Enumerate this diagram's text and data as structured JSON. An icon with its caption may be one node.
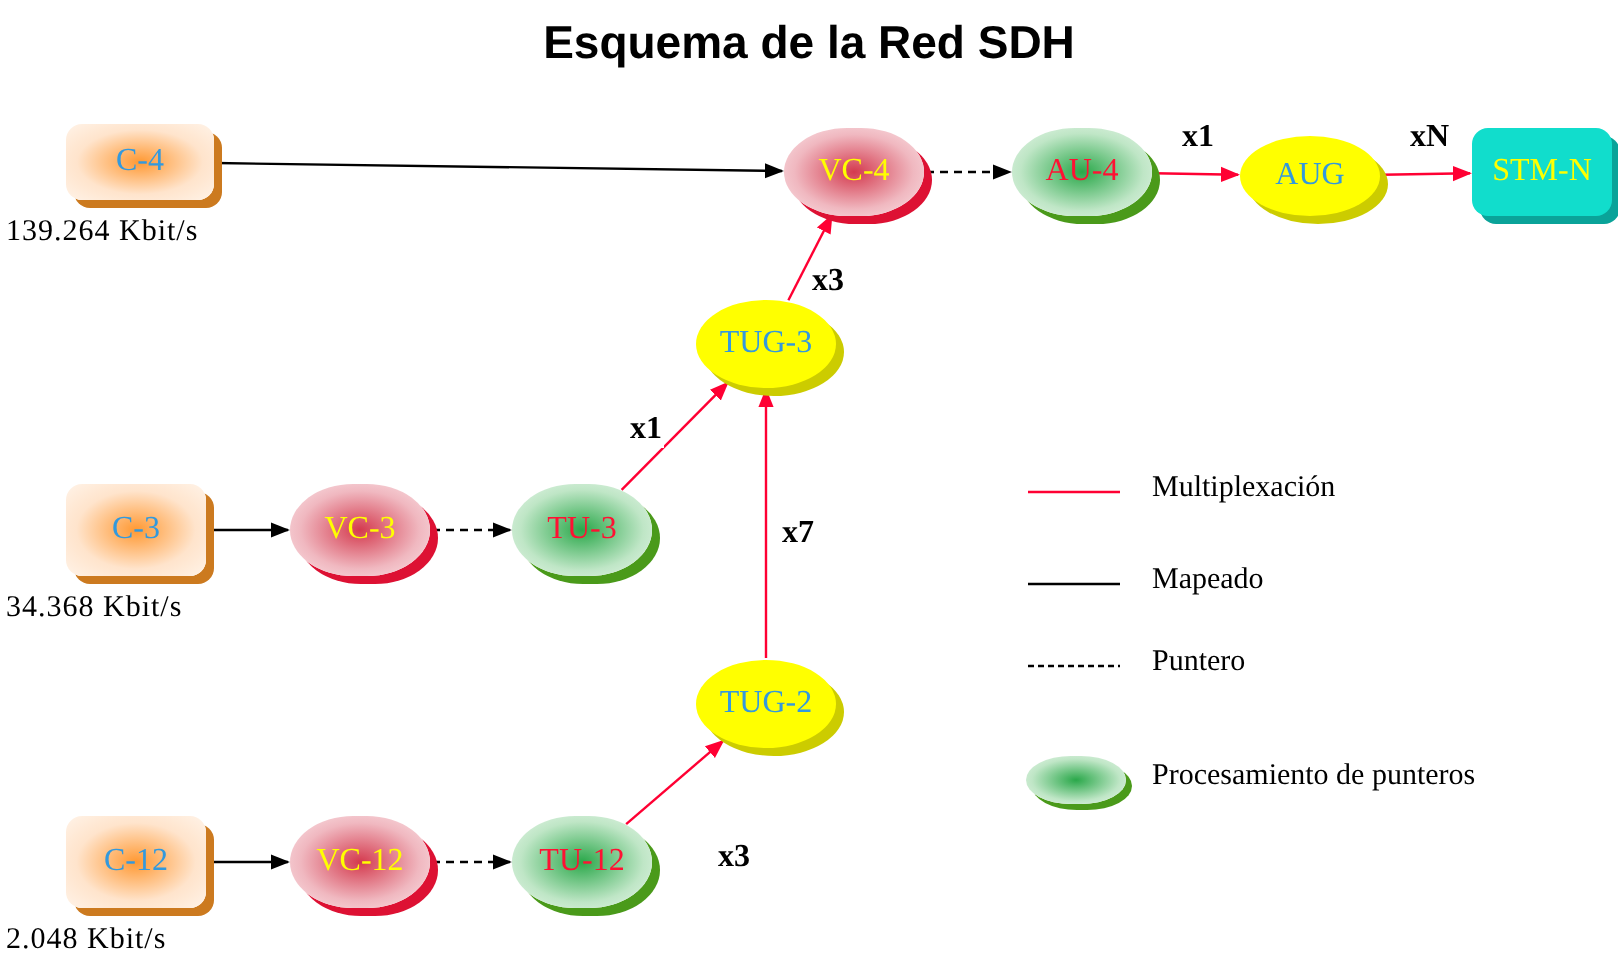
{
  "diagram": {
    "title": "Esquema de la Red SDH",
    "nodes": [
      {
        "text": [
          "C-4"
        ],
        "beside": [
          "139.264 Kbit/s"
        ]
      },
      {
        "text": [
          "VC-4"
        ]
      },
      {
        "text": [
          "AU-4"
        ]
      },
      {
        "text": [
          "AUG"
        ]
      },
      {
        "text": [
          "STM-N"
        ]
      },
      {
        "text": [
          "TUG-3"
        ]
      },
      {
        "text": [
          "C-3"
        ],
        "beside": [
          "34.368 Kbit/s"
        ]
      },
      {
        "text": [
          "VC-3"
        ]
      },
      {
        "text": [
          "TU-3"
        ]
      },
      {
        "text": [
          "TUG-2"
        ]
      },
      {
        "text": [
          "C-12"
        ],
        "beside": [
          "2.048 Kbit/s"
        ]
      },
      {
        "text": [
          "VC-12"
        ]
      },
      {
        "text": [
          "TU-12"
        ]
      }
    ],
    "edges": [
      {
        "from": 0,
        "to": 1,
        "arrow": "to"
      },
      {
        "from": 1,
        "to": 2,
        "arrow": "to",
        "style": "dashed"
      },
      {
        "from": 2,
        "to": 3,
        "arrow": "to",
        "label": "x1",
        "color": "#ff0033"
      },
      {
        "from": 3,
        "to": 4,
        "arrow": "to",
        "label": "xN",
        "color": "#ff0033"
      },
      {
        "from": 5,
        "to": 1,
        "arrow": "to",
        "label": "x3",
        "color": "#ff0033"
      },
      {
        "from": 6,
        "to": 7,
        "arrow": "to"
      },
      {
        "from": 7,
        "to": 8,
        "arrow": "to",
        "style": "dashed"
      },
      {
        "from": 8,
        "to": 5,
        "arrow": "to",
        "label": "x1",
        "color": "#ff0033"
      },
      {
        "from": 9,
        "to": 5,
        "arrow": "to",
        "label": "x7",
        "color": "#ff0033"
      },
      {
        "from": 10,
        "to": 11,
        "arrow": "to"
      },
      {
        "from": 11,
        "to": 12,
        "arrow": "to",
        "style": "dashed"
      },
      {
        "from": 12,
        "to": 9,
        "arrow": "to",
        "label": "x3",
        "color": "#ff0033"
      }
    ],
    "legend": [
      {
        "text": "Multiplexación"
      },
      {
        "text": "Mapeado"
      },
      {
        "text": "Puntero"
      },
      {
        "text": "Procesamiento de punteros"
      }
    ]
  }
}
